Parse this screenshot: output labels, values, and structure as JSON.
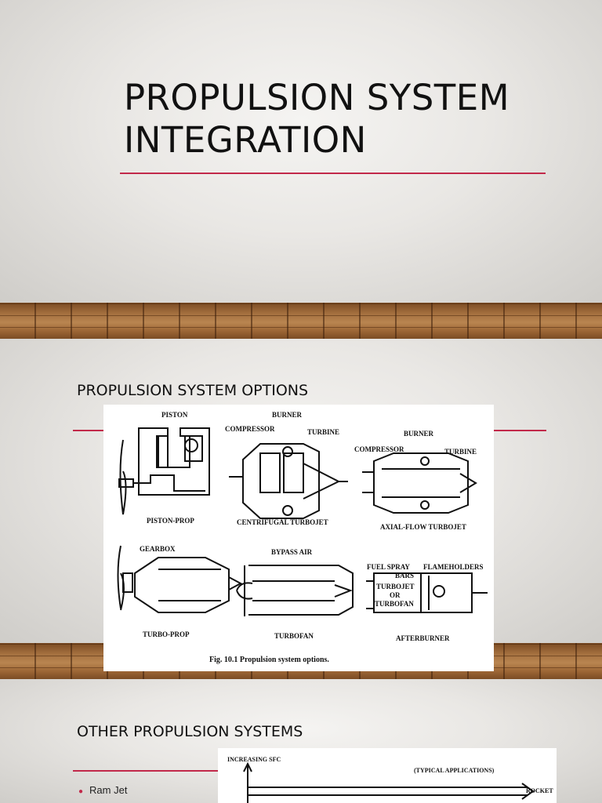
{
  "slide1": {
    "title": "PROPULSION SYSTEM INTEGRATION"
  },
  "slide2": {
    "title": "PROPULSION SYSTEM OPTIONS",
    "figure": {
      "labels": {
        "piston": "PISTON",
        "burner_1": "BURNER",
        "compressor_1": "COMPRESSOR",
        "turbine_1": "TURBINE",
        "burner_2": "BURNER",
        "compressor_2": "COMPRESSOR",
        "turbine_2": "TURBINE",
        "piston_prop": "PISTON-PROP",
        "centrifugal_turbojet": "CENTRIFUGAL TURBOJET",
        "axial_flow_turbojet": "AXIAL-FLOW TURBOJET",
        "gearbox": "GEARBOX",
        "bypass_air": "BYPASS AIR",
        "fuel_spray": "FUEL SPRAY",
        "bars": "BARS",
        "flameholders": "FLAMEHOLDERS",
        "turbojet": "TURBOJET",
        "or": "OR",
        "turbofan_box": "TURBOFAN",
        "turbo_prop": "TURBO-PROP",
        "turbofan": "TURBOFAN",
        "afterburner": "AFTERBURNER"
      },
      "caption": "Fig. 10.1   Propulsion system options."
    }
  },
  "slide3": {
    "title": "OTHER PROPULSION SYSTEMS",
    "bullets": [
      "Ram Jet"
    ],
    "figure": {
      "y_label": "INCREASING SFC",
      "header": "(TYPICAL APPLICATIONS)",
      "rocket": "ROCKET"
    }
  },
  "colors": {
    "accent": "#c2294a"
  }
}
